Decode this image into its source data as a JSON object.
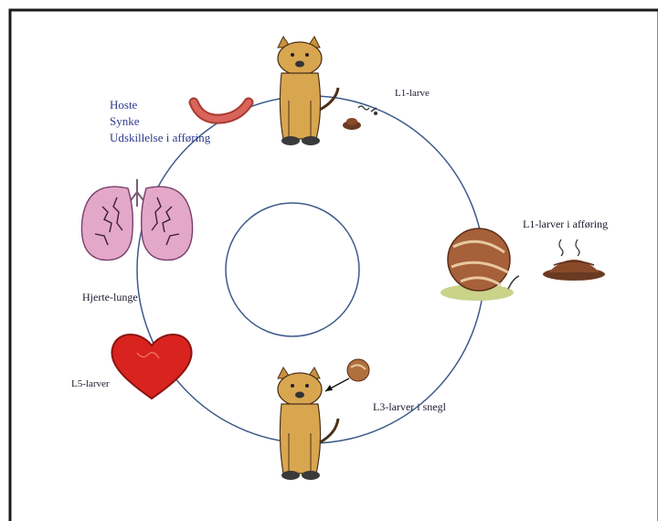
{
  "symptoms": [
    "Hoste",
    "Synke",
    "Udskillelse i afføring"
  ],
  "stages": {
    "l1_larvae": "L1-larve",
    "l1_larvae_feces": "L1-larver i afføring",
    "l3_larvae_snail": "L3-larver i snegl",
    "l5_larvae": "L5-larver",
    "heart_lung": "Hjerte-lunge"
  },
  "colors": {
    "frame": "#1a1a1a",
    "circle_line": "#3d5a8a",
    "heart": "#d9231f",
    "lung": "#e3a8c8",
    "dog": "#d9a650",
    "snail_shell": "#a6603a",
    "worm": "#d8645a",
    "feces": "#6b3a22",
    "text_blue": "#2e3a8c"
  },
  "icons": [
    "dog-icon",
    "worm-icon",
    "feces-icon",
    "lungs-icon",
    "heart-icon",
    "snail-icon",
    "snail-small-icon"
  ]
}
